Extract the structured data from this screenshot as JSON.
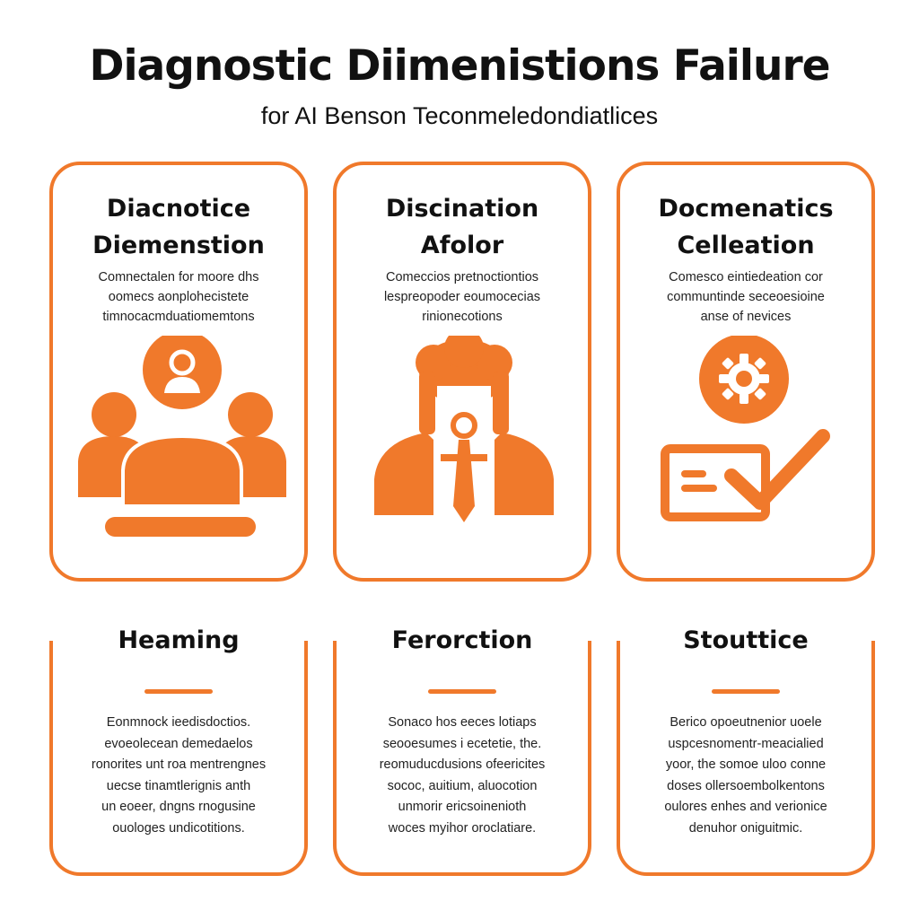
{
  "header": {
    "title": "Diagnostic Diimenistions Failure",
    "subtitle": "for AI Benson Teconmeledondiatlices"
  },
  "colors": {
    "accent": "#f0792b",
    "text": "#111111"
  },
  "top_cards": [
    {
      "title_lines": [
        "Diacnotice",
        "Diemenstion"
      ],
      "desc_lines": [
        "Comnectalen for moore dhs",
        "oomecs aonplohecistete",
        "timnocacmduatiomemtons"
      ],
      "icon": "people-group-icon"
    },
    {
      "title_lines": [
        "Discination",
        "Afolor"
      ],
      "desc_lines": [
        "Comeccios pretnoctiontios",
        "lespreopoder eoumocecias",
        "rinionecotions"
      ],
      "icon": "person-tie-icon"
    },
    {
      "title_lines": [
        "Docmenatics",
        "Celleation"
      ],
      "desc_lines": [
        "Comesco eintiedeation cor",
        "communtinde seceoesioine",
        "anse of nevices"
      ],
      "icon": "gear-checklist-icon"
    }
  ],
  "bottom_cards": [
    {
      "title": "Heaming",
      "desc_lines": [
        "Eonmnock ieedisdoctios.",
        "evoeolecean demedaelos",
        "ronorites unt roa mentrengnes",
        "uecse tinamtlerignis anth",
        "un eoeer, dngns rnogusine",
        "ouologes undicotitions."
      ]
    },
    {
      "title": "Ferorction",
      "desc_lines": [
        "Sonaco hos eeces lotiaps",
        "seooesumes i ecetetie, the.",
        "reomuducdusions ofeericites",
        "sococ, auitium, aluocotion",
        "unmorir ericsoinenioth",
        "woces myihor oroclatiare."
      ]
    },
    {
      "title": "Stouttice",
      "desc_lines": [
        "Berico opoeutnenior uoele",
        "uspcesnomentr-meacialied",
        "yoor, the somoe uloo conne",
        "doses ollersoembolkentons",
        "oulores enhes and verionice",
        "denuhor oniguitmic."
      ]
    }
  ]
}
